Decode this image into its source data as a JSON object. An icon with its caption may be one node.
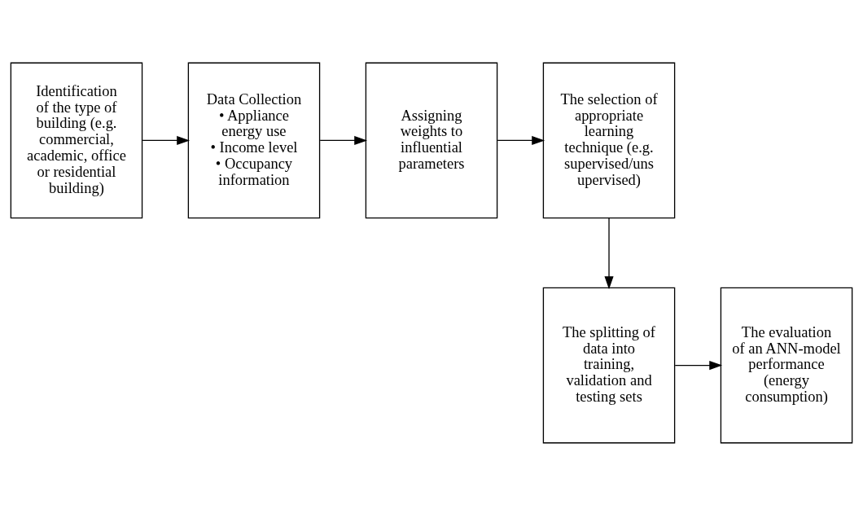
{
  "diagram": {
    "nodes": [
      {
        "text": [
          "Identification of the type of building (e.g. commercial, academic, office or residential building)"
        ]
      },
      {
        "text": [
          "Data Collection",
          "• Appliance energy use",
          "• Income level",
          "• Occupancy information"
        ]
      },
      {
        "text": [
          "Assigning weights to influential parameters"
        ]
      },
      {
        "text": [
          "The selection of appropriate learning technique (e.g. supervised/uns upervised)"
        ]
      },
      {
        "text": [
          "The splitting of data into training, validation and testing sets"
        ]
      },
      {
        "text": [
          "The evaluation of an ANN-model performance (energy consumption)"
        ]
      }
    ],
    "edges": [
      {
        "from": 0,
        "to": 1,
        "arrow": "to"
      },
      {
        "from": 1,
        "to": 2,
        "arrow": "to"
      },
      {
        "from": 2,
        "to": 3,
        "arrow": "to"
      },
      {
        "from": 3,
        "to": 4,
        "arrow": "to"
      },
      {
        "from": 4,
        "to": 5,
        "arrow": "to"
      }
    ]
  }
}
